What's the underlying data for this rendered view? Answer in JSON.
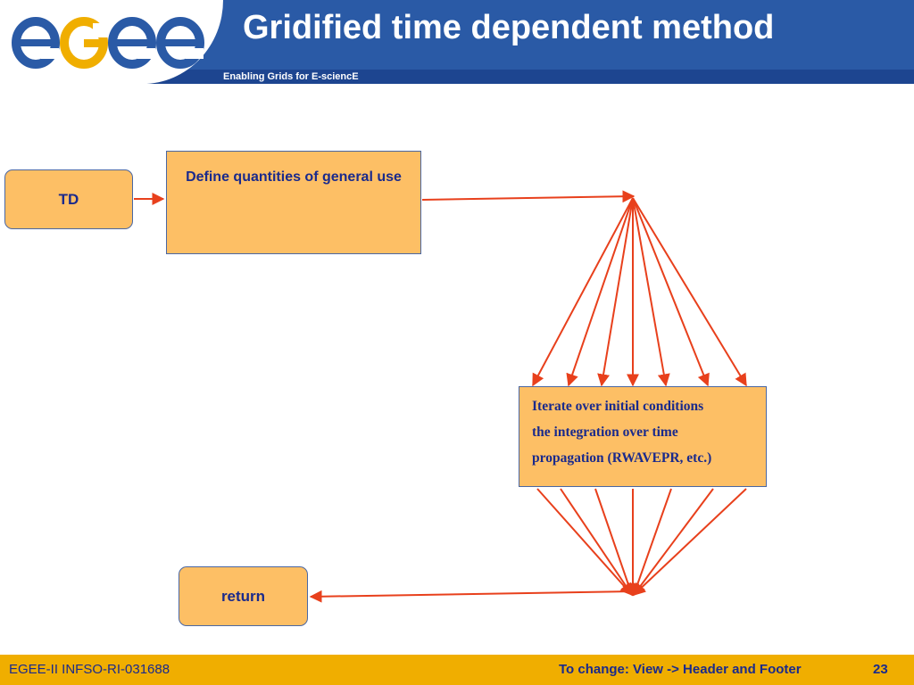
{
  "header": {
    "title": "Gridified time dependent method",
    "subtitle": "Enabling Grids for E-sciencE",
    "logo_text": "egee",
    "colors": {
      "band": "#2a5aa6",
      "band_dark": "#1d4590",
      "logo_blue": "#2a5aa6",
      "logo_yellow": "#f0ae00"
    }
  },
  "diagram": {
    "nodes": {
      "td": "TD",
      "define": "Define quantities of general use",
      "iterate": [
        "Iterate over initial conditions",
        "the integration over time",
        "propagation (RWAVEPR, etc.)"
      ],
      "return": "return"
    },
    "colors": {
      "box_fill": "#fdbf65",
      "box_border": "#4a67a3",
      "text": "#1a2a8c",
      "arrow": "#e8401c"
    }
  },
  "footer": {
    "left": "EGEE-II INFSO-RI-031688",
    "center": "To change: View -> Header and Footer",
    "page_number": "23",
    "color": "#f0ae00"
  }
}
